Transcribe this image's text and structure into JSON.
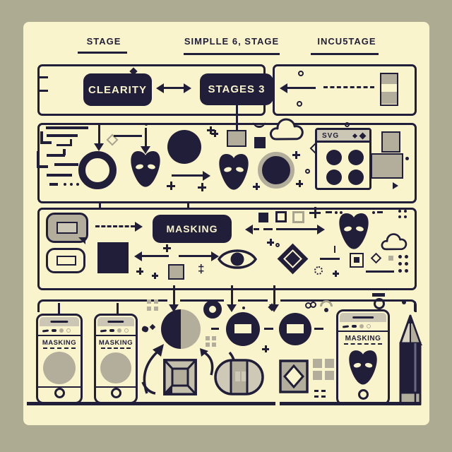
{
  "title_row": {
    "labels": [
      "STAGE",
      "SIMPLLE 6, STAGE",
      "INCU5TAGE"
    ]
  },
  "flow_row": {
    "node_clearity": "CLEARITY",
    "node_stages": "STAGES 3"
  },
  "svg_panel": {
    "title": "SVG"
  },
  "masking_row": {
    "node_label": "MASKING"
  },
  "phones": [
    {
      "label": "MASKING"
    },
    {
      "label": "MASKING"
    },
    {
      "label": "MASKING"
    }
  ],
  "symbols": {
    "double_dagger": "‡"
  },
  "palette": {
    "background": "#faf4cc",
    "ink": "#211e3a",
    "frame_border": "#adab91",
    "gray": "#b2ae9b",
    "light_gray": "#cbc7b4"
  }
}
